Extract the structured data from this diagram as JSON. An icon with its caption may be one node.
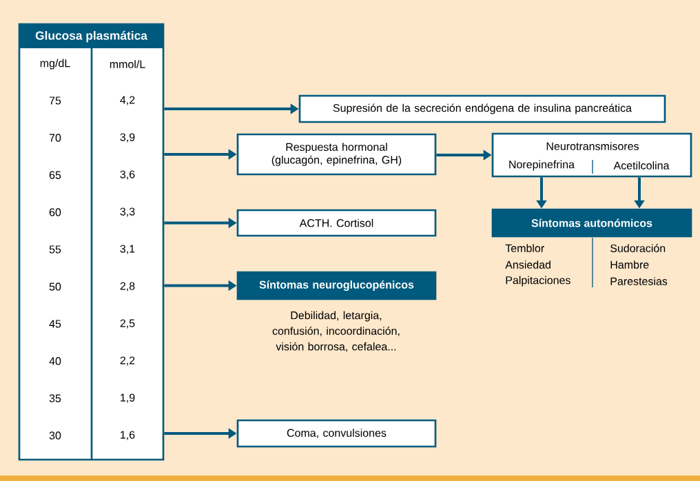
{
  "diagram": {
    "nodes": [
      {
        "text": [
          "Glucosa plasmática"
        ]
      },
      {
        "text": [
          "Supresión de la secreción endógena de insulina pancreática"
        ]
      },
      {
        "text": [
          "Respuesta hormonal (glucagón, epinefrina, GH)"
        ]
      },
      {
        "text": [
          "Neurotransmisores",
          "Norepinefrina",
          "Acetilcolina"
        ]
      },
      {
        "text": [
          "ACTH. Cortisol"
        ]
      },
      {
        "text": [
          "Síntomas autonómicos"
        ],
        "beside": [
          "Temblor",
          "Ansiedad",
          "Palpitaciones",
          "Sudoración",
          "Hambre",
          "Parestesias"
        ]
      },
      {
        "text": [
          "Síntomas neuroglucopénicos"
        ],
        "beside": [
          "Debilidad, letargia, confusión, incoordinación, visión borrosa, cefalea..."
        ]
      },
      {
        "text": [
          "Coma, convulsiones"
        ]
      }
    ],
    "edges": [
      {
        "from": 0,
        "to": 1,
        "arrow": "to"
      },
      {
        "from": 0,
        "to": 2,
        "arrow": "to"
      },
      {
        "from": 2,
        "to": 3,
        "arrow": "to"
      },
      {
        "from": 0,
        "to": 4,
        "arrow": "to"
      },
      {
        "from": 3,
        "to": 5,
        "arrow": "to"
      },
      {
        "from": 3,
        "to": 5,
        "arrow": "to"
      },
      {
        "from": 0,
        "to": 6,
        "arrow": "to"
      },
      {
        "from": 0,
        "to": 7,
        "arrow": "to"
      }
    ],
    "labels": [
      "mg/dL",
      "mmol/L",
      "75",
      "4,2",
      "70",
      "3,9",
      "65",
      "3,6",
      "60",
      "3,3",
      "55",
      "3,1",
      "50",
      "2,8",
      "45",
      "2,5",
      "40",
      "2,2",
      "35",
      "1,9",
      "30",
      "1,6"
    ]
  }
}
